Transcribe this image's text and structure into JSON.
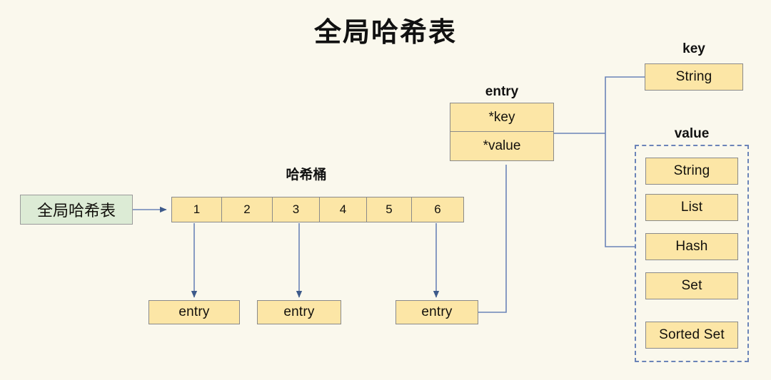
{
  "title": "全局哈希表",
  "colors": {
    "background": "#faf8ed",
    "box_fill": "#fce6a6",
    "box_border": "#8a8a8a",
    "source_fill": "#dcebd5",
    "wire": "#6b84b8",
    "dashed_border": "#6b84b8",
    "text": "#12100c"
  },
  "source": {
    "label": "全局哈希表"
  },
  "bucket": {
    "caption": "哈希桶",
    "cells": [
      "1",
      "2",
      "3",
      "4",
      "5",
      "6"
    ]
  },
  "entries": [
    {
      "label": "entry"
    },
    {
      "label": "entry"
    },
    {
      "label": "entry"
    }
  ],
  "entry_struct": {
    "caption": "entry",
    "fields": [
      {
        "label": "*key"
      },
      {
        "label": "*value"
      }
    ]
  },
  "key_section": {
    "caption": "key",
    "items": [
      {
        "label": "String"
      }
    ]
  },
  "value_section": {
    "caption": "value",
    "items": [
      {
        "label": "String"
      },
      {
        "label": "List"
      },
      {
        "label": "Hash"
      },
      {
        "label": "Set"
      },
      {
        "label": "Sorted Set"
      }
    ]
  }
}
